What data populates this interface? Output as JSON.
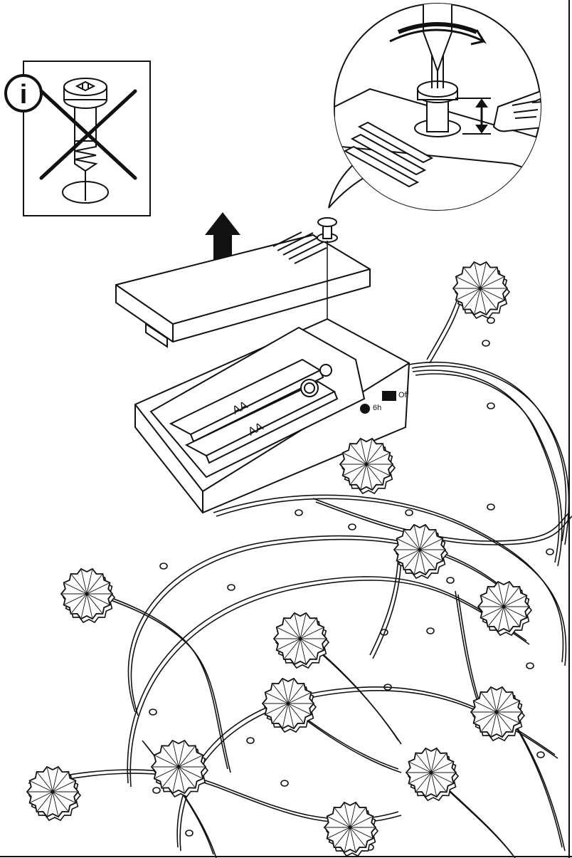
{
  "battery_labels": [
    "AA",
    "AA"
  ],
  "timer_label": "6h",
  "off_label": "Off",
  "info_icon_glyph": "i",
  "colors": {
    "ink": "#111111",
    "paper": "#ffffff"
  }
}
